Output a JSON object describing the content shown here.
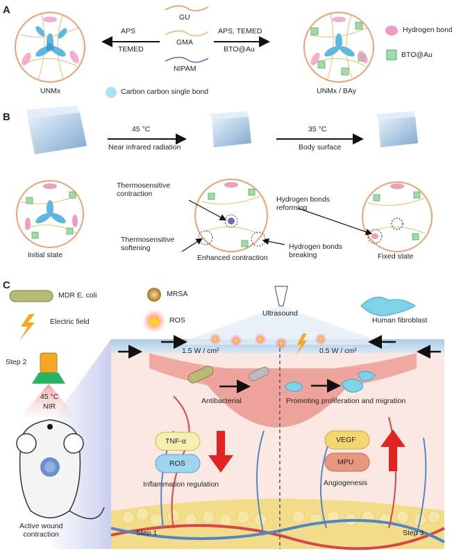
{
  "panels": {
    "a": "A",
    "b": "B",
    "c": "C"
  },
  "panel_a": {
    "left_arrow_top": "APS",
    "left_arrow_bottom": "TEMED",
    "right_arrow_top": "APS, TEMED",
    "right_arrow_bottom": "BTO@Au",
    "monomers": [
      "GU",
      "GMA",
      "NIPAM"
    ],
    "left_label": "UNMx",
    "right_label": "UNMx / BAy",
    "legend_hbond": "Hydrogen bond",
    "legend_bto": "BTO@Au",
    "legend_cc": "Carbon carbon single bond"
  },
  "panel_b": {
    "arrow1_top": "45 °C",
    "arrow1_bottom": "Near infrared radiation",
    "arrow2_top": "35 °C",
    "arrow2_bottom": "Body surface",
    "state_initial": "Initial state",
    "state_enhanced": "Enhanced contraction",
    "state_fixed": "Fixed state",
    "thermo_contraction": "Thermosensitive\ncontraction",
    "thermo_softening": "Thermosensitive\nsoftening",
    "hb_reforming": "Hydrogen bonds\nreforming",
    "hb_breaking": "Hydrogen bonds\nbreaking"
  },
  "panel_c": {
    "legend_mdr": "MDR E. coli",
    "legend_electric": "Electric field",
    "legend_mrsa": "MRSA",
    "legend_ros": "ROS",
    "ultrasound": "Ultrasound",
    "human_fibroblast": "Human fibroblast",
    "step2": "Step 2",
    "nir_temp": "45 °C",
    "nir": "NIR",
    "power_left": "1.5 W / cm²",
    "power_right": "0.5 W / cm²",
    "antibacterial": "Antibacterial",
    "promoting": "Promoting proliferation and migration",
    "tnf": "TNF-α",
    "ros_box": "ROS",
    "inflammation": "Inflammation regulation",
    "vegf": "VEGF",
    "mpu": "MPU",
    "angiogenesis": "Angiogenesis",
    "active_wound": "Active wound\ncontraction",
    "step1": "Step 1",
    "step3": "Step 3"
  },
  "colors": {
    "skin": "#f2b8a6",
    "fat": "#f3dc8a",
    "vessel_red": "#d9444a",
    "vessel_blue": "#4f86c6",
    "gel": "#bcd6ee",
    "arrow_red": "#e32222"
  }
}
